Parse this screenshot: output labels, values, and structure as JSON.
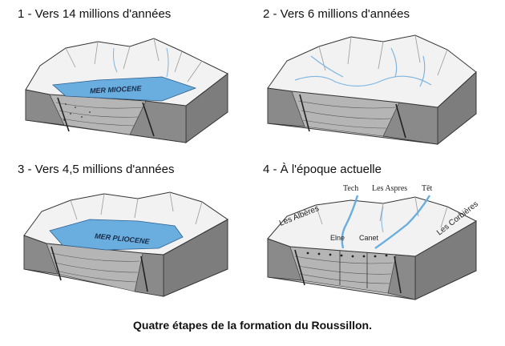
{
  "panels": [
    {
      "title": "1 - Vers 14 millions d'années",
      "sea": "MER MIOCENE"
    },
    {
      "title": "2 -  Vers 6 millions d'années"
    },
    {
      "title": "3 - Vers 4,5 millions d'années",
      "sea": "MER PLIOCENE"
    },
    {
      "title": "4 -  À l'époque actuelle",
      "labels": {
        "tech": "Tech",
        "aspres": "Les Aspres",
        "tet": "Têt",
        "alberes": "Les Albères",
        "corbieres": "Les Corbières",
        "elne": "Elne",
        "canet": "Canet"
      }
    }
  ],
  "caption": "Quatre étapes de la formation du Roussillon.",
  "colors": {
    "water": "#6aaee0",
    "water_light": "#a8d2ef",
    "rock_side": "#8a8a8a",
    "rock_dark": "#5e5e5e",
    "mountain": "#f1f1f1",
    "sediment": "#c8c8c8"
  }
}
